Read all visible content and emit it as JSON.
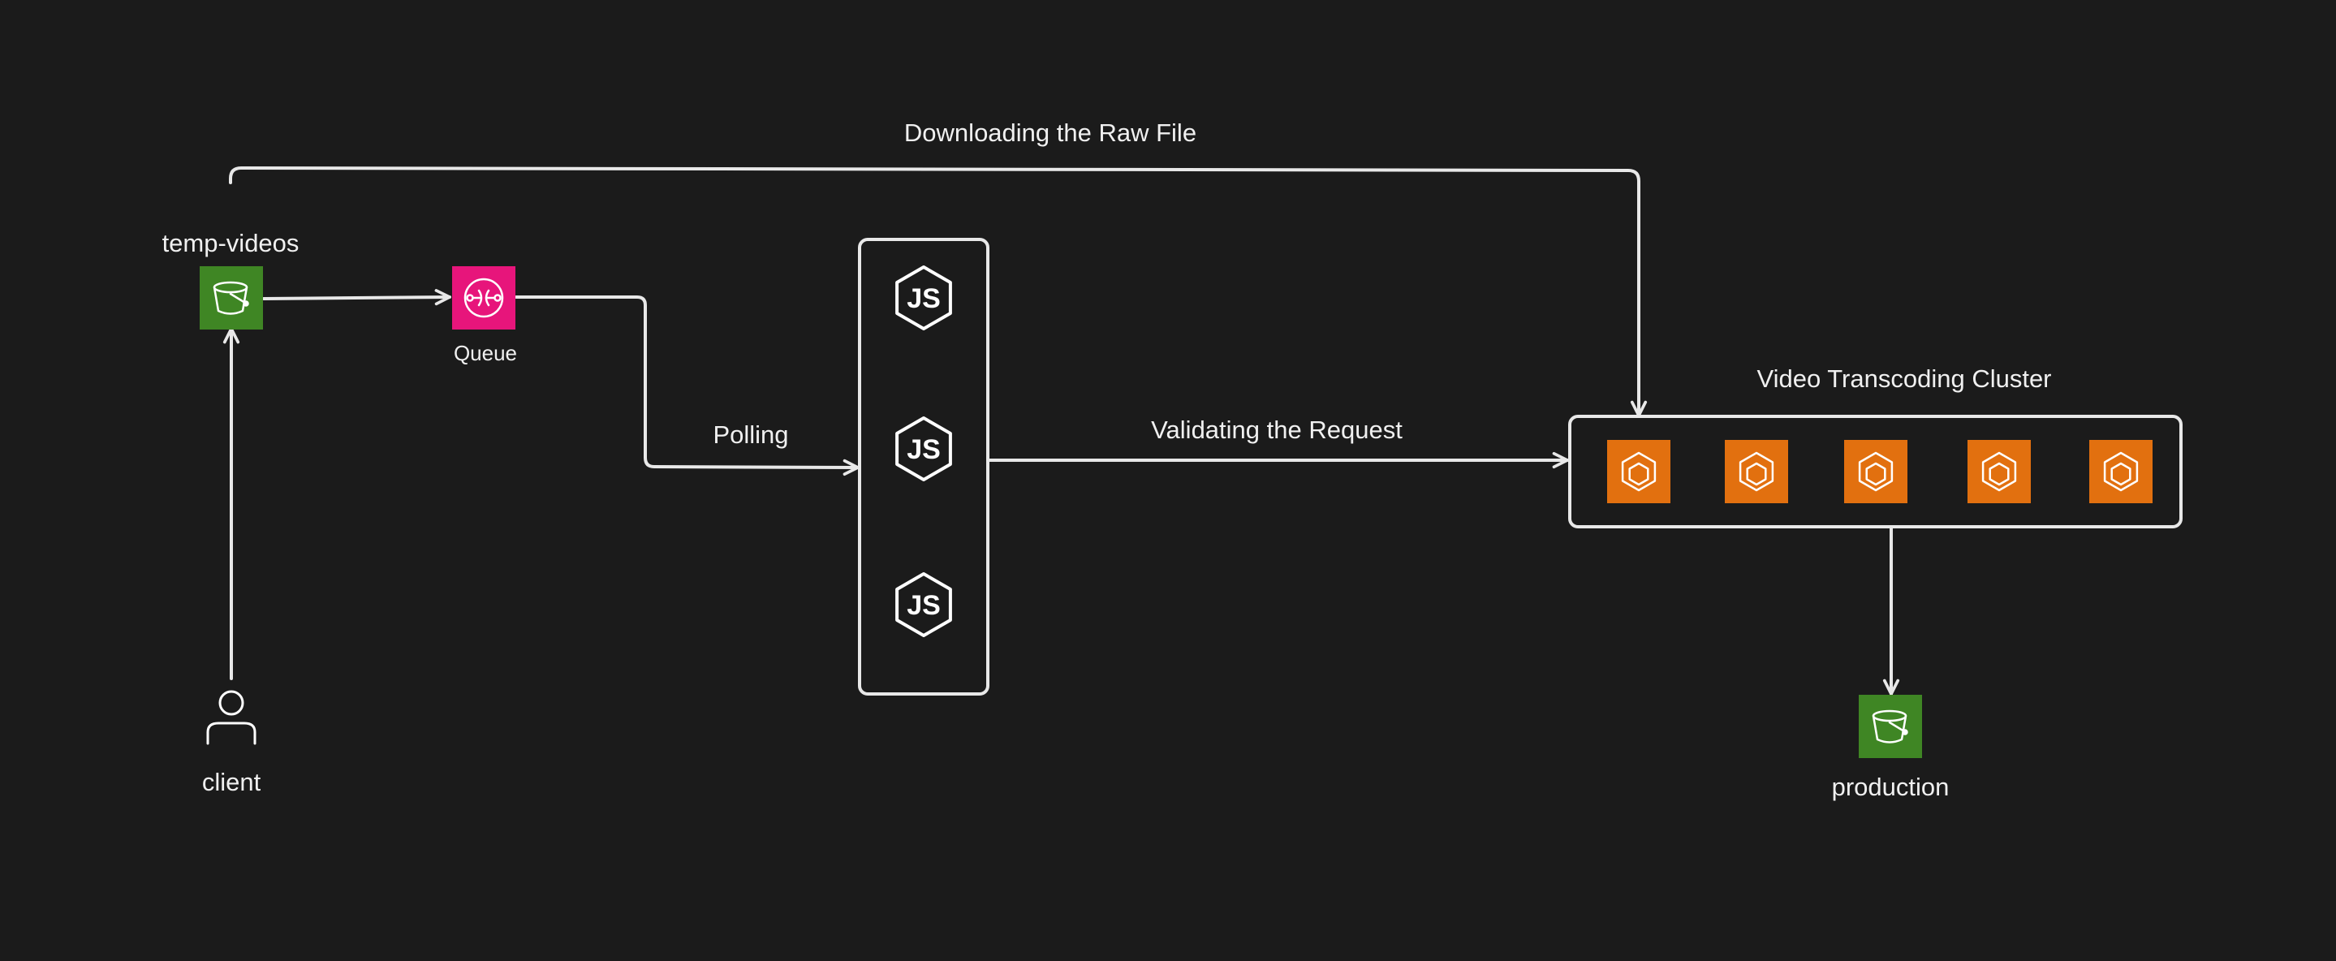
{
  "colors": {
    "background": "#1b1b1b",
    "line": "#e8e8e8",
    "text": "#f0f0f0",
    "bucket_green": "#3f8624",
    "queue_pink": "#e7157b",
    "container_orange": "#e2700f"
  },
  "nodes": {
    "temp_bucket": {
      "label": "temp-videos",
      "icon": "s3-bucket-icon"
    },
    "queue": {
      "label": "Queue",
      "icon": "sqs-queue-icon"
    },
    "client": {
      "label": "client",
      "icon": "user-icon"
    },
    "workers": {
      "icon": "nodejs-icon",
      "count": 3
    },
    "cluster": {
      "label": "Video Transcoding Cluster",
      "icon": "ecs-container-icon",
      "count": 5
    },
    "production_bucket": {
      "label": "production",
      "icon": "s3-bucket-icon"
    }
  },
  "edges": {
    "download": {
      "label": "Downloading the Raw File"
    },
    "polling": {
      "label": "Polling"
    },
    "validate": {
      "label": "Validating the Request"
    }
  }
}
